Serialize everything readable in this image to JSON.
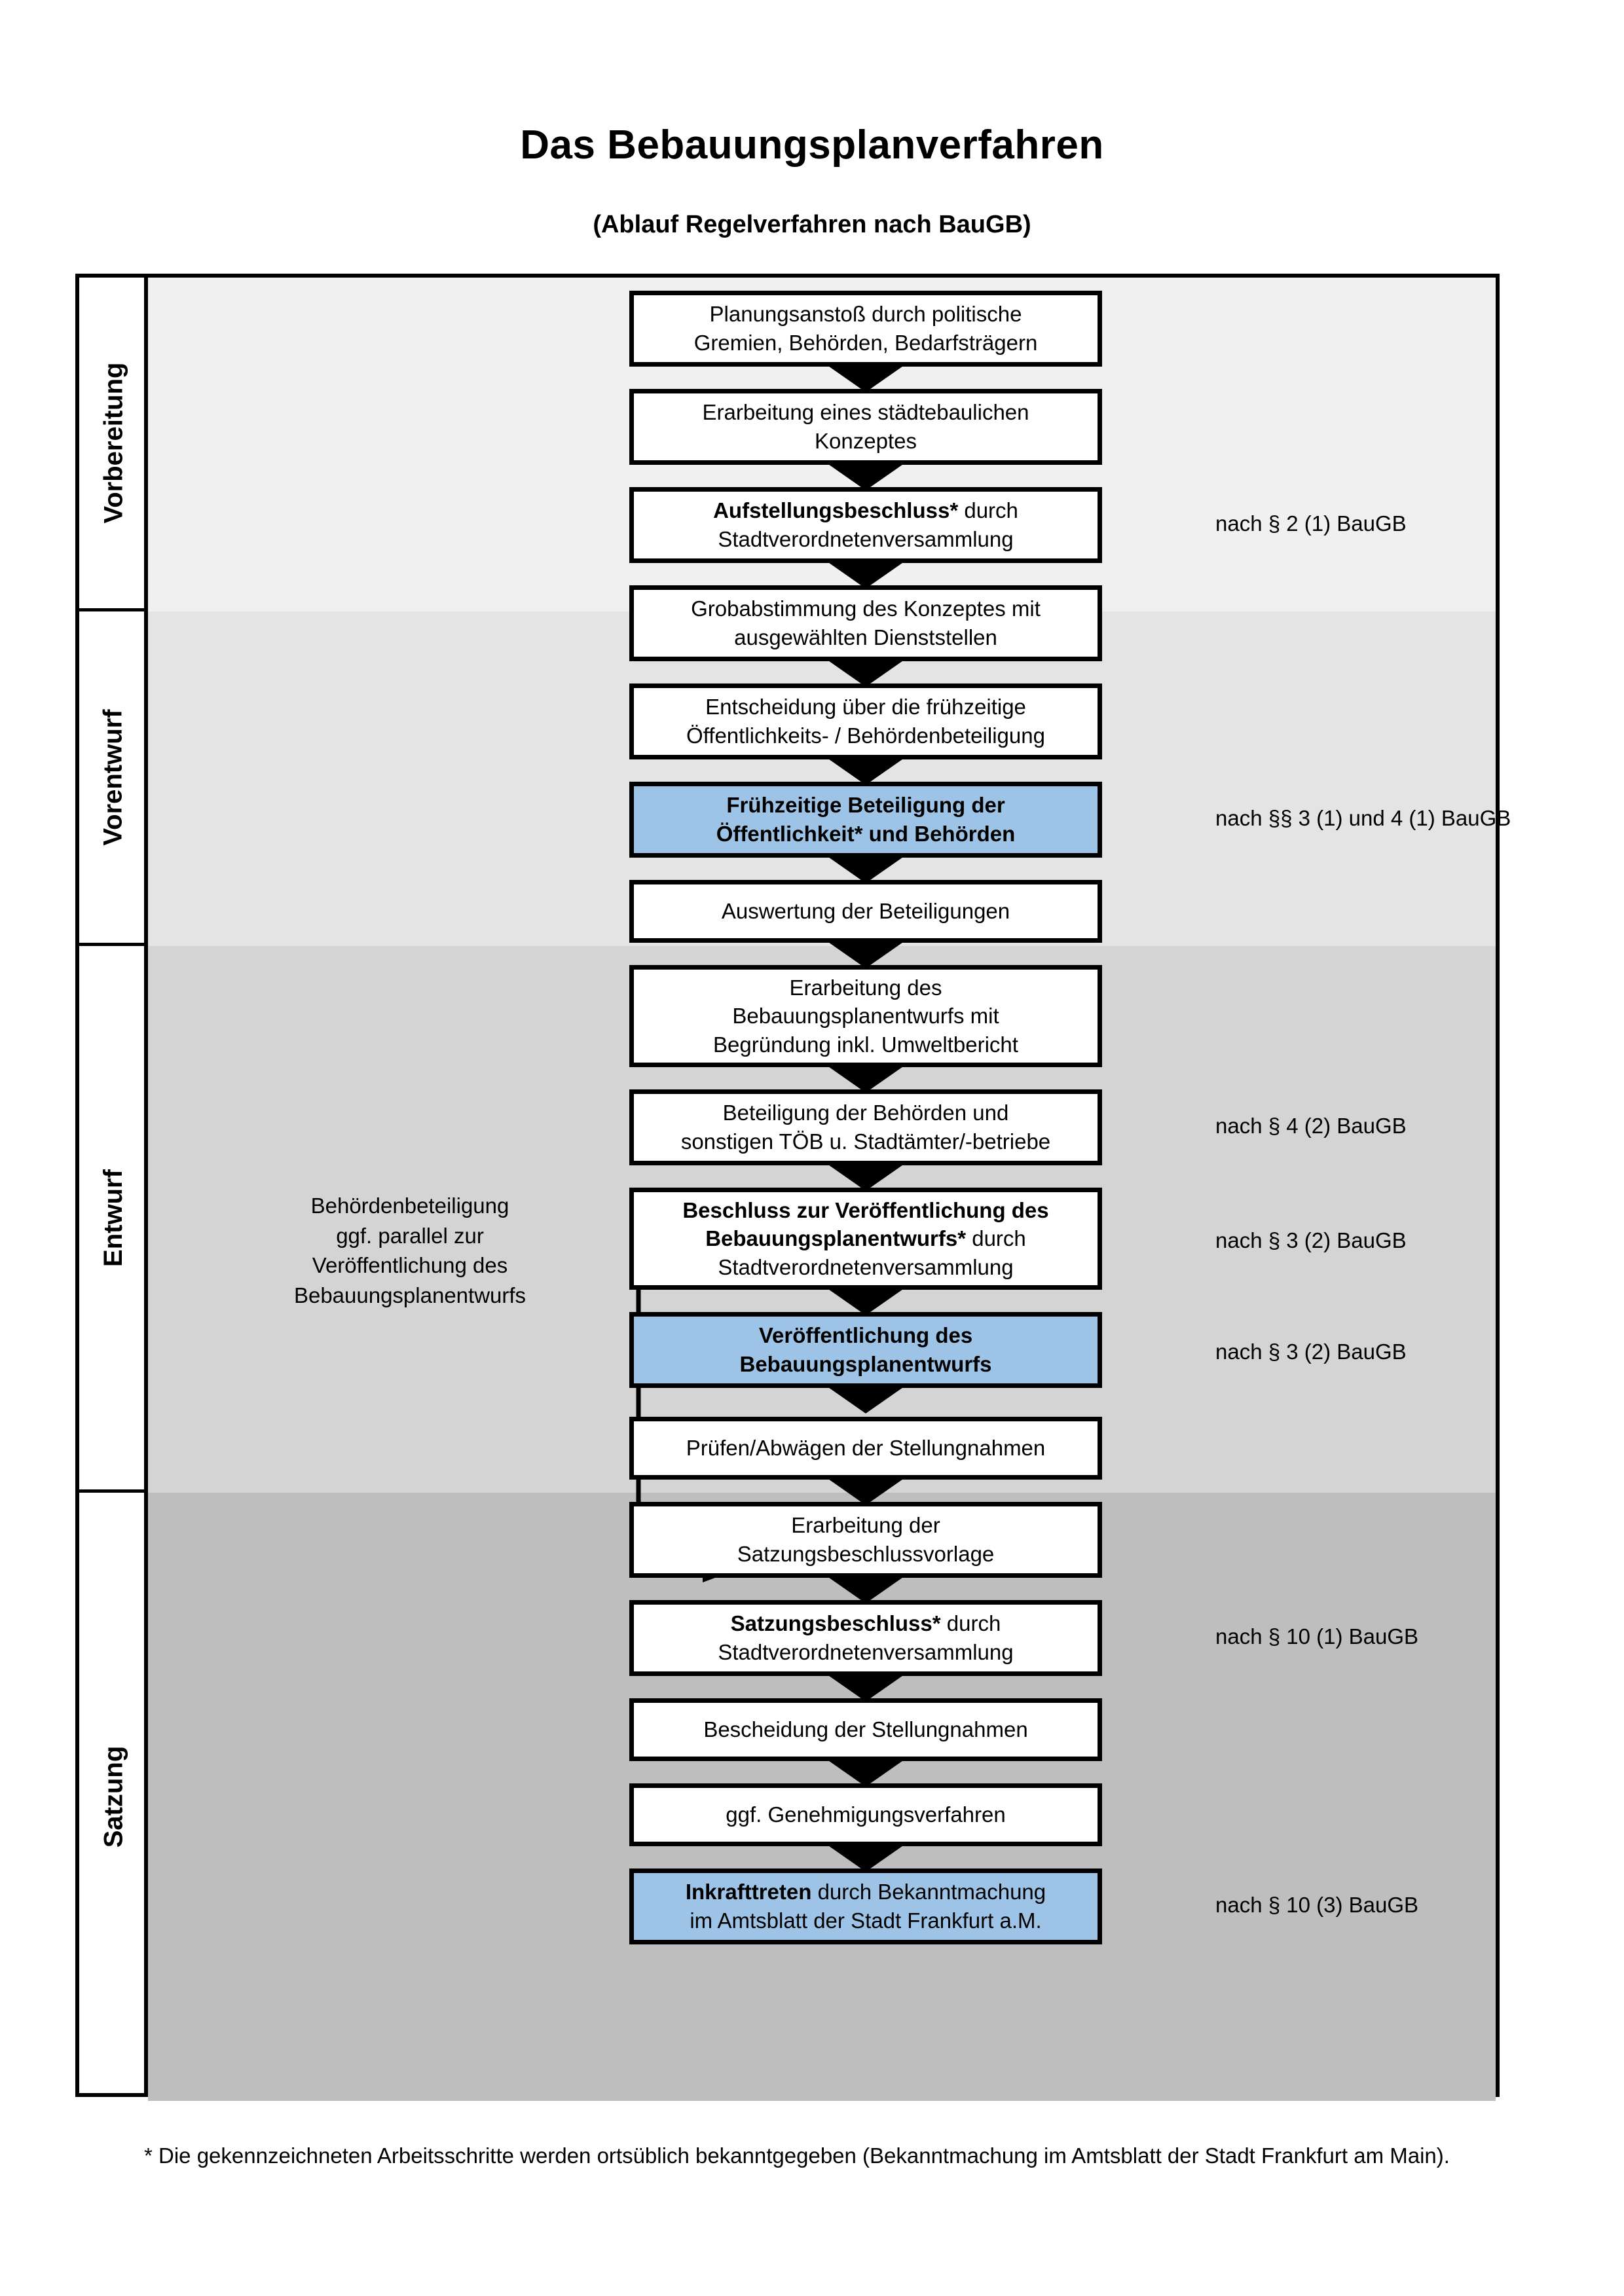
{
  "header": {
    "title": "Das Bebauungsplanverfahren",
    "subtitle": "(Ablauf Regelverfahren nach BauGB)"
  },
  "colors": {
    "highlight": "#9dc3e6",
    "band_vorbereitung": "#f0f0f0",
    "band_vorentwurf": "#e4e4e4",
    "band_entwurf": "#d4d4d4",
    "band_satzung": "#bebebe",
    "line": "#000000",
    "box_fill": "#ffffff"
  },
  "phases": [
    {
      "id": "vorbereitung",
      "label": "Vorbereitung"
    },
    {
      "id": "vorentwurf",
      "label": "Vorentwurf"
    },
    {
      "id": "entwurf",
      "label": "Entwurf"
    },
    {
      "id": "satzung",
      "label": "Satzung"
    }
  ],
  "steps": [
    {
      "id": "s1",
      "phase": "vorbereitung",
      "highlight": false,
      "bold_prefix": "",
      "lines": [
        "Planungsanstoß durch politische",
        "Gremien, Behörden, Bedarfsträgern"
      ]
    },
    {
      "id": "s2",
      "phase": "vorbereitung",
      "highlight": false,
      "bold_prefix": "",
      "lines": [
        "Erarbeitung eines städtebaulichen",
        "Konzeptes"
      ]
    },
    {
      "id": "s3",
      "phase": "vorbereitung",
      "highlight": false,
      "bold_prefix": "Aufstellungsbeschluss*",
      "lines": [
        "Aufstellungsbeschluss* durch",
        "Stadtverordnetenversammlung"
      ]
    },
    {
      "id": "s4",
      "phase": "vorentwurf",
      "highlight": false,
      "bold_prefix": "",
      "lines": [
        "Grobabstimmung des Konzeptes mit",
        "ausgewählten Dienststellen"
      ]
    },
    {
      "id": "s5",
      "phase": "vorentwurf",
      "highlight": false,
      "bold_prefix": "",
      "lines": [
        "Entscheidung über die frühzeitige",
        "Öffentlichkeits- / Behördenbeteiligung"
      ]
    },
    {
      "id": "s6",
      "phase": "vorentwurf",
      "highlight": true,
      "bold_prefix": "ALL",
      "lines": [
        "Frühzeitige Beteiligung der",
        "Öffentlichkeit* und Behörden"
      ]
    },
    {
      "id": "s7",
      "phase": "entwurf",
      "highlight": false,
      "bold_prefix": "",
      "lines": [
        "Auswertung der Beteiligungen"
      ]
    },
    {
      "id": "s8",
      "phase": "entwurf",
      "highlight": false,
      "bold_prefix": "",
      "lines": [
        "Erarbeitung des",
        "Bebauungsplanentwurfs mit",
        "Begründung inkl. Umweltbericht"
      ]
    },
    {
      "id": "s9",
      "phase": "entwurf",
      "highlight": false,
      "bold_prefix": "",
      "lines": [
        "Beteiligung der Behörden und",
        "sonstigen TÖB u. Stadtämter/-betriebe"
      ]
    },
    {
      "id": "s10",
      "phase": "entwurf",
      "highlight": false,
      "bold_prefix": "Beschluss zur Veröffentlichung des Bebauungsplanentwurfs*",
      "lines": [
        "Beschluss zur Veröffentlichung des",
        "Bebauungsplanentwurfs* durch",
        "Stadtverordnetenversammlung"
      ]
    },
    {
      "id": "s11",
      "phase": "entwurf",
      "highlight": true,
      "bold_prefix": "ALL",
      "lines": [
        "Veröffentlichung des",
        "Bebauungsplanentwurfs"
      ]
    },
    {
      "id": "s12",
      "phase": "satzung",
      "highlight": false,
      "bold_prefix": "",
      "lines": [
        "Prüfen/Abwägen der Stellungnahmen"
      ]
    },
    {
      "id": "s13",
      "phase": "satzung",
      "highlight": false,
      "bold_prefix": "",
      "lines": [
        "Erarbeitung der",
        "Satzungsbeschlussvorlage"
      ]
    },
    {
      "id": "s14",
      "phase": "satzung",
      "highlight": false,
      "bold_prefix": "Satzungsbeschluss*",
      "lines": [
        "Satzungsbeschluss* durch",
        "Stadtverordnetenversammlung"
      ]
    },
    {
      "id": "s15",
      "phase": "satzung",
      "highlight": false,
      "bold_prefix": "",
      "lines": [
        "Bescheidung der Stellungnahmen"
      ]
    },
    {
      "id": "s16",
      "phase": "satzung",
      "highlight": false,
      "bold_prefix": "",
      "lines": [
        "ggf. Genehmigungsverfahren"
      ]
    },
    {
      "id": "s17",
      "phase": "satzung",
      "highlight": true,
      "bold_prefix": "Inkrafttreten",
      "lines": [
        "Inkrafttreten durch Bekanntmachung",
        "im Amtsblatt der Stadt Frankfurt a.M."
      ]
    }
  ],
  "step_text": {
    "s1": "Planungsanstoß durch politische\nGremien, Behörden, Bedarfsträgern",
    "s2": "Erarbeitung eines städtebaulichen\nKonzeptes",
    "s4": "Grobabstimmung des Konzeptes mit\nausgewählten Dienststellen",
    "s5": "Entscheidung über die frühzeitige\nÖffentlichkeits- / Behördenbeteiligung",
    "s6": "Frühzeitige Beteiligung der\nÖffentlichkeit* und Behörden",
    "s7": "Auswertung der Beteiligungen",
    "s8": "Erarbeitung des\nBebauungsplanentwurfs mit\nBegründung inkl. Umweltbericht",
    "s9": "Beteiligung der Behörden und\nsonstigen TÖB u. Stadtämter/-betriebe",
    "s11": "Veröffentlichung des\nBebauungsplanentwurfs",
    "s12": "Prüfen/Abwägen der Stellungnahmen",
    "s13": "Erarbeitung der\nSatzungsbeschlussvorlage",
    "s15": "Bescheidung der Stellungnahmen",
    "s16": "ggf. Genehmigungsverfahren"
  },
  "step_rich": {
    "s3_bold": "Aufstellungsbeschluss*",
    "s3_rest": " durch",
    "s3_line2": "Stadtverordnetenversammlung",
    "s10_bold1": "Beschluss zur Veröffentlichung des",
    "s10_bold2": "Bebauungsplanentwurfs*",
    "s10_rest": " durch",
    "s10_line3": "Stadtverordnetenversammlung",
    "s14_bold": "Satzungsbeschluss*",
    "s14_rest": " durch",
    "s14_line2": "Stadtverordnetenversammlung",
    "s17_bold": "Inkrafttreten",
    "s17_rest": " durch Bekanntmachung",
    "s17_line2": "im Amtsblatt der Stadt Frankfurt a.M."
  },
  "legal_notes": [
    {
      "id": "n1",
      "text": "nach § 2 (1) BauGB",
      "for": "s3"
    },
    {
      "id": "n2",
      "text": "nach §§ 3 (1) und 4 (1) BauGB",
      "for": "s6"
    },
    {
      "id": "n3",
      "text": "nach § 4 (2) BauGB",
      "for": "s9"
    },
    {
      "id": "n4",
      "text": "nach § 3 (2) BauGB",
      "for": "s10"
    },
    {
      "id": "n5",
      "text": "nach § 3 (2) BauGB",
      "for": "s11"
    },
    {
      "id": "n6",
      "text": "nach § 10 (1) BauGB",
      "for": "s14"
    },
    {
      "id": "n7",
      "text": "nach § 10 (3) BauGB",
      "for": "s17"
    }
  ],
  "side_note": {
    "lines": [
      "Behördenbeteiligung",
      "ggf. parallel zur",
      "Veröffentlichung des",
      "Bebauungsplanentwurfs"
    ],
    "text": "Behördenbeteiligung\nggf. parallel zur\nVeröffentlichung des\nBebauungsplanentwurfs"
  },
  "footnote": {
    "text": "* Die gekennzeichneten Arbeitsschritte werden ortsüblich bekanntgegeben (Bekanntmachung im Amtsblatt  der Stadt Frankfurt am Main)."
  }
}
